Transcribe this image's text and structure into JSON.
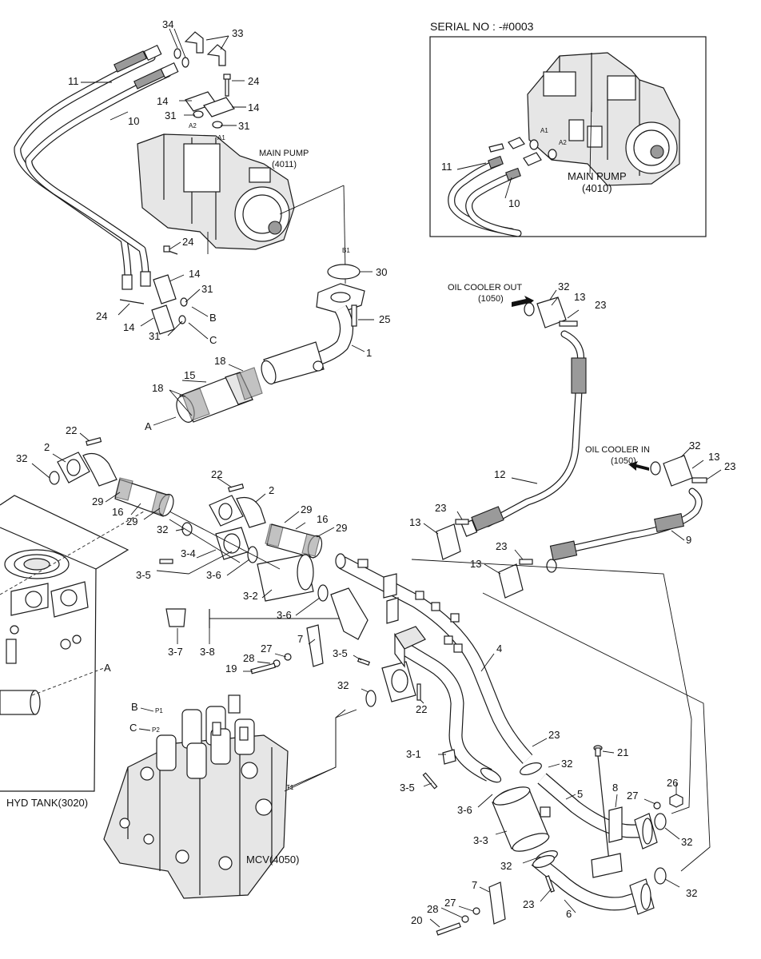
{
  "inset": {
    "serial_label": "SERIAL NO : -#0003",
    "pump_label_line1": "MAIN PUMP",
    "pump_label_line2": "(4010)",
    "port_a1": "A1",
    "port_a2": "A2",
    "callouts": [
      "11",
      "10"
    ]
  },
  "main_pump": {
    "label_line1": "MAIN PUMP",
    "label_line2": "(4011)",
    "port_a1": "A1",
    "port_a2": "A2",
    "port_b1": "B1"
  },
  "oil_cooler_out": {
    "line1": "OIL COOLER OUT",
    "line2": "(1050)"
  },
  "oil_cooler_in": {
    "line1": "OIL COOLER IN",
    "line2": "(1050)"
  },
  "hyd_tank_label": "HYD TANK(3020)",
  "mcv": {
    "label": "MCV(4050)",
    "port_p1": "P1",
    "port_p2": "P2",
    "port_t1": "T1"
  },
  "refs": {
    "A": "A",
    "B": "B",
    "C": "C"
  },
  "callouts": {
    "c34": "34",
    "c33": "33",
    "c11": "11",
    "c24a": "24",
    "c14a": "14",
    "c14b": "14",
    "c31a": "31",
    "c31b": "31",
    "c10": "10",
    "c24b": "24",
    "c14c": "14",
    "c31c": "31",
    "c24c": "24",
    "c14d": "14",
    "c31d": "31",
    "c30": "30",
    "c25": "25",
    "c1": "1",
    "c18a": "18",
    "c18b": "18",
    "c15": "15",
    "c32a": "32",
    "c13a": "13",
    "c23a": "23",
    "c22a": "22",
    "c2a": "2",
    "c32b": "32",
    "c29a": "29",
    "c16a": "16",
    "c29b": "29",
    "c22b": "22",
    "c2b": "2",
    "c32c": "32",
    "c29c": "29",
    "c16b": "16",
    "c29d": "29",
    "c3_4": "3-4",
    "c3_5a": "3-5",
    "c3_6a": "3-6",
    "c3_2": "3-2",
    "c3_6b": "3-6",
    "c3_7": "3-7",
    "c3_8": "3-8",
    "c7a": "7",
    "c27a": "27",
    "c28a": "28",
    "c19": "19",
    "c3_5b": "3-5",
    "c32d": "32",
    "c22c": "22",
    "c12": "12",
    "c23b": "23",
    "c13b": "13",
    "c23c": "23",
    "c13c": "13",
    "c32e": "32",
    "c13d": "13",
    "c23d": "23",
    "c9": "9",
    "c4": "4",
    "c23e": "23",
    "c21": "21",
    "c3_1": "3-1",
    "c32f": "32",
    "c3_5c": "3-5",
    "c3_6c": "3-6",
    "c5": "5",
    "c8": "8",
    "c26": "26",
    "c27b": "27",
    "c32g": "32",
    "c3_3": "3-3",
    "c32h": "32",
    "c32i": "32",
    "c7b": "7",
    "c23f": "23",
    "c6": "6",
    "c27c": "27",
    "c28b": "28",
    "c20": "20"
  }
}
